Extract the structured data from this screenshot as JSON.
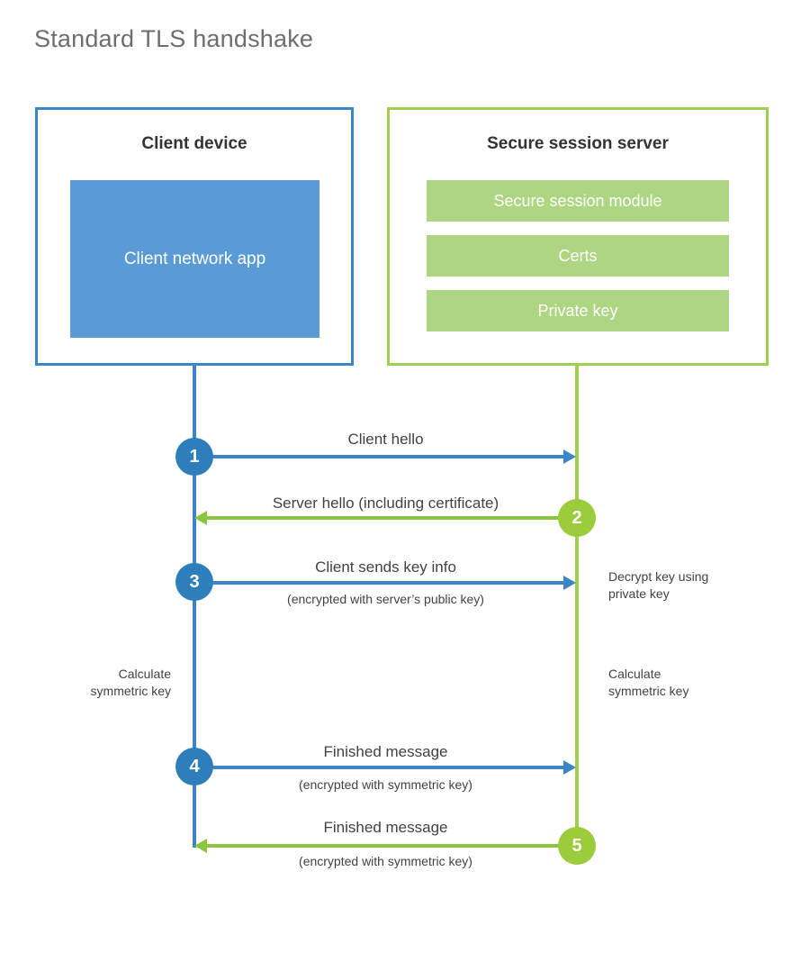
{
  "title": "Standard TLS handshake",
  "colors": {
    "client_border": "#3d85c6",
    "client_fill": "#5b9bd5",
    "client_circle": "#2e7ebb",
    "server_border": "#a0ce4e",
    "server_fill": "#aed581",
    "server_circle": "#9ccb3b",
    "arrow_client": "#3d85c6",
    "arrow_server": "#8cc63f",
    "text": "#3f4345",
    "title_text": "#6d6e71"
  },
  "client": {
    "title": "Client device",
    "app_label": "Client network app"
  },
  "server": {
    "title": "Secure session server",
    "modules": [
      {
        "label": "Secure session module"
      },
      {
        "label": "Certs"
      },
      {
        "label": "Private key"
      }
    ]
  },
  "steps": [
    {
      "number": "1",
      "origin": "client",
      "direction": "to-server",
      "label": "Client hello",
      "sublabel": ""
    },
    {
      "number": "2",
      "origin": "server",
      "direction": "to-client",
      "label": "Server hello (including certificate)",
      "sublabel": ""
    },
    {
      "number": "3",
      "origin": "client",
      "direction": "to-server",
      "label": "Client sends key info",
      "sublabel": "(encrypted with server’s public key)"
    },
    {
      "number": "4",
      "origin": "client",
      "direction": "to-server",
      "label": "Finished message",
      "sublabel": "(encrypted with symmetric key)"
    },
    {
      "number": "5",
      "origin": "server",
      "direction": "to-client",
      "label": "Finished message",
      "sublabel": "(encrypted with symmetric key)"
    }
  ],
  "annotations": {
    "server_decrypt": "Decrypt key using\nprivate key",
    "client_calculate": "Calculate\nsymmetric key",
    "server_calculate": "Calculate\nsymmetric key"
  }
}
